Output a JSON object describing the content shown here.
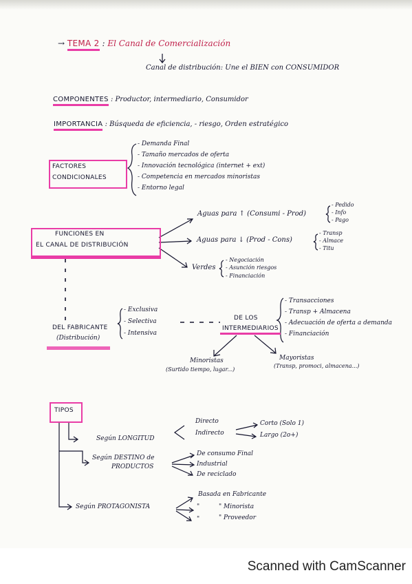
{
  "tema": {
    "arrow": "→",
    "label": "TEMA 2",
    "colon": ":",
    "title": "El Canal de Comercialización"
  },
  "canal": "Canal de distribución: Une el BIEN con CONSUMIDOR",
  "componentes": {
    "label": "COMPONENTES",
    "text": ": Productor, intermediario, Consumidor"
  },
  "importancia": {
    "label": "IMPORTANCIA",
    "text": ": Búsqueda de eficiencia, - riesgo, Orden estratégico"
  },
  "factores": {
    "label1": "FACTORES",
    "label2": "CONDICIONALES",
    "items": [
      "- Demanda Final",
      "- Tamaño mercados de oferta",
      "- Innovación tecnológica (internet + ext)",
      "- Competencia en mercados minoristas",
      "- Entorno legal"
    ]
  },
  "funciones": {
    "label1": "FUNCIONES EN",
    "label2": "EL CANAL DE DISTRIBUCIÓN",
    "aguas_up": "Aguas para ↑ (Consumi - Prod)",
    "aguas_up_items": [
      "- Pedido",
      "- Info",
      "- Pago"
    ],
    "aguas_down": "Aguas para ↓ (Prod - Cons)",
    "aguas_down_items": [
      "- Transp",
      "- Almace",
      "- Titu"
    ],
    "verdes": "Verdes",
    "verdes_items": [
      "- Negociación",
      "- Asunción riesgos",
      "- Financiación"
    ]
  },
  "fabricante": {
    "label1": "DEL FABRICANTE",
    "label2": "(Distribución)",
    "items": [
      "- Exclusiva",
      "- Selectiva",
      "- Intensiva"
    ]
  },
  "intermediarios": {
    "label1": "DE LOS",
    "label2": "INTERMEDIARIOS",
    "items": [
      "- Transacciones",
      "- Transp + Almacena",
      "- Adecuación de oferta a demanda",
      "- Financiación"
    ],
    "minoristas": "Minoristas",
    "minoristas_sub": "(Surtido tiempo, lugar...)",
    "mayoristas": "Mayoristas",
    "mayoristas_sub": "(Transp, promoci, almacena...)"
  },
  "tipos": {
    "label": "TIPOS",
    "longitud": "Según LONGITUD",
    "directo": "Directo",
    "indirecto": "Indirecto",
    "corto": "Corto (Solo 1)",
    "largo": "Largo (2o+)",
    "destino1": "Según DESTINO de",
    "destino2": "PRODUCTOS",
    "destino_items": [
      "De consumo Final",
      "Industrial",
      "De reciclado"
    ],
    "protagonista": "Según PROTAGONISTA",
    "prot_items": [
      "Basada en Fabricante",
      "\"  Minorista",
      "\"  Proveedor"
    ],
    "ditto": "\""
  },
  "footer": "Scanned with CamScanner"
}
